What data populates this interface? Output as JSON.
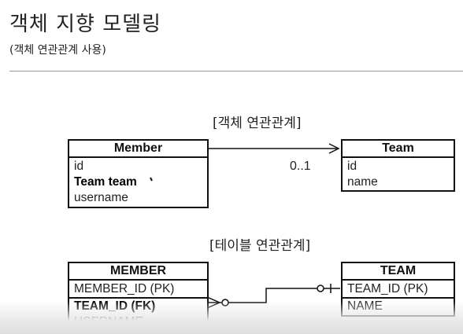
{
  "header": {
    "title": "객체 지향 모델링",
    "subtitle": "(객체 연관관계 사용)"
  },
  "object_diagram": {
    "label": "[객체 연관관계]",
    "member": {
      "name": "Member",
      "attributes": [
        "id",
        "Team team",
        "username"
      ]
    },
    "team": {
      "name": "Team",
      "attributes": [
        "id",
        "name"
      ]
    },
    "multiplicity": "0..1"
  },
  "table_diagram": {
    "label": "[테이블 연관관계]",
    "member": {
      "name": "MEMBER",
      "attributes": [
        "MEMBER_ID (PK)",
        "TEAM_ID (FK)",
        "USERNAME"
      ]
    },
    "team": {
      "name": "TEAM",
      "attributes": [
        "TEAM_ID (PK)",
        "NAME"
      ]
    }
  }
}
